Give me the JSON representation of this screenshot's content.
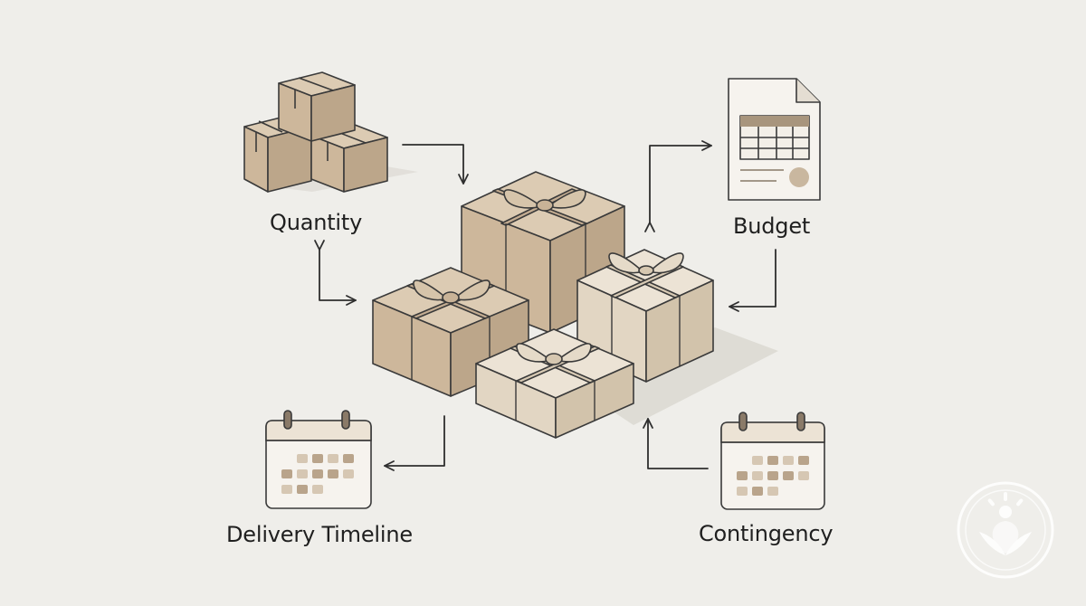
{
  "labels": {
    "quantity": "Quantity",
    "budget": "Budget",
    "delivery_timeline": "Delivery Timeline",
    "contingency": "Contingency"
  },
  "colors": {
    "background": "#efeeea",
    "kraft_top": "#dccbb3",
    "kraft_left": "#cdb79b",
    "kraft_right": "#bca68a",
    "cream_top": "#ece3d5",
    "cream_left": "#e2d6c3",
    "cream_right": "#d2c3ab",
    "outline": "#3a3a3a",
    "calendar_cell": "#cdbba4",
    "accent_brown": "#8a7a68"
  },
  "icons": {
    "quantity": "stacked-boxes-icon",
    "budget": "budget-document-icon",
    "delivery_timeline": "calendar-icon",
    "contingency": "calendar-icon",
    "center": "gift-boxes-illustration",
    "watermark": "plant-hands-logo"
  }
}
